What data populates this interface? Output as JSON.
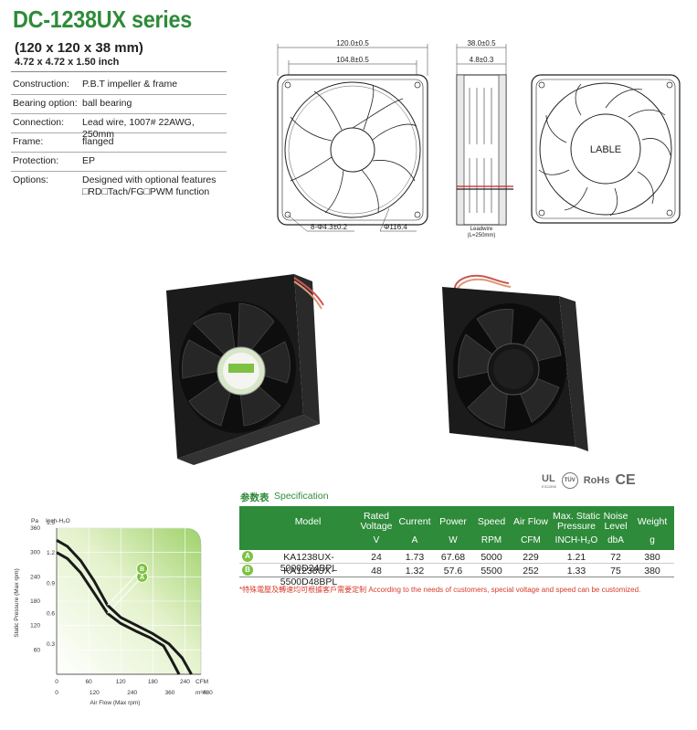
{
  "header": {
    "title": "DC-1238UX series",
    "dims_mm": "(120 x 120 x 38 mm)",
    "dims_inch": "4.72 x 4.72 x 1.50 inch"
  },
  "specs": [
    {
      "label": "Construction:",
      "value": "P.B.T impeller & frame"
    },
    {
      "label": "Bearing option:",
      "value": "ball bearing"
    },
    {
      "label": "Connection:",
      "value": "Lead wire, 1007# 22AWG, 250mm"
    },
    {
      "label": "Frame:",
      "value": "flanged"
    },
    {
      "label": "Protection:",
      "value": "EP"
    },
    {
      "label": "Options:",
      "value": "Designed with optional features",
      "value2": "□RD□Tach/FG□PWM function"
    }
  ],
  "drawing": {
    "width_outer": "120.0±0.5",
    "width_inner": "104.8±0.5",
    "hole": "8-Φ4.3±0.2",
    "diameter": "Φ116.4",
    "depth_outer": "38.0±0.5",
    "depth_inner": "4.8±0.3",
    "leadwire_label": "Leadwire",
    "leadwire_length": "(L=250mm)",
    "back_label": "LABLE"
  },
  "certifications": {
    "ul": "UL",
    "ul_sub": "E311598",
    "tuv": "TÜV",
    "rohs": "RoHs",
    "ce": "CE"
  },
  "spec_table": {
    "heading_cn": "参数表",
    "heading_en": "Specification",
    "columns": [
      {
        "name": "Model",
        "unit": ""
      },
      {
        "name": "Rated Voltage",
        "unit": "V"
      },
      {
        "name": "Current",
        "unit": "A"
      },
      {
        "name": "Power",
        "unit": "W"
      },
      {
        "name": "Speed",
        "unit": "RPM"
      },
      {
        "name": "Air Flow",
        "unit": "CFM"
      },
      {
        "name": "Max. Static Pressure",
        "unit": "INCH-H₂O"
      },
      {
        "name": "Noise Level",
        "unit": "dbA"
      },
      {
        "name": "Weight",
        "unit": "g"
      }
    ],
    "rows": [
      {
        "badge": "A",
        "model": "KA1238UX-5000D24BPL",
        "voltage": "24",
        "current": "1.73",
        "power": "67.68",
        "speed": "5000",
        "airflow": "229",
        "pressure": "1.21",
        "noise": "72",
        "weight": "380"
      },
      {
        "badge": "B",
        "model": "KA1238UX-5500D48BPL",
        "voltage": "48",
        "current": "1.32",
        "power": "57.6",
        "speed": "5500",
        "airflow": "252",
        "pressure": "1.33",
        "noise": "75",
        "weight": "380"
      }
    ],
    "note": "*特殊電壓及轉速均可根據客戶需要定制 According to the needs of customers, special voltage and speed can be customized."
  },
  "chart_data": {
    "type": "line",
    "ylabel": "Static Pressure (Max rpm)",
    "xlabel": "Air Flow (Max rpm)",
    "y_units_left": "Pa",
    "y_units_right": "Inch-H₂O",
    "x_units_top": "CFM",
    "x_units_bottom": "m³/h",
    "yticks_pa": [
      "60",
      "120",
      "180",
      "240",
      "300",
      "360"
    ],
    "yticks_inch": [
      "0.3",
      "0.6",
      "0.9",
      "1.2",
      "1.5"
    ],
    "xticks_cfm": [
      "0",
      "60",
      "120",
      "180",
      "240"
    ],
    "xticks_m3h": [
      "0",
      "120",
      "240",
      "360",
      "480"
    ],
    "ylim_pa": [
      0,
      360
    ],
    "xlim_cfm": [
      0,
      270
    ],
    "series": [
      {
        "name": "A",
        "x": [
          0,
          20,
          45,
          70,
          95,
          120,
          150,
          175,
          200,
          215,
          229
        ],
        "y": [
          300,
          285,
          250,
          200,
          150,
          125,
          105,
          90,
          70,
          35,
          0
        ]
      },
      {
        "name": "B",
        "x": [
          0,
          20,
          45,
          70,
          95,
          120,
          150,
          180,
          210,
          235,
          252
        ],
        "y": [
          330,
          315,
          280,
          230,
          170,
          140,
          120,
          100,
          75,
          40,
          0
        ]
      }
    ]
  }
}
